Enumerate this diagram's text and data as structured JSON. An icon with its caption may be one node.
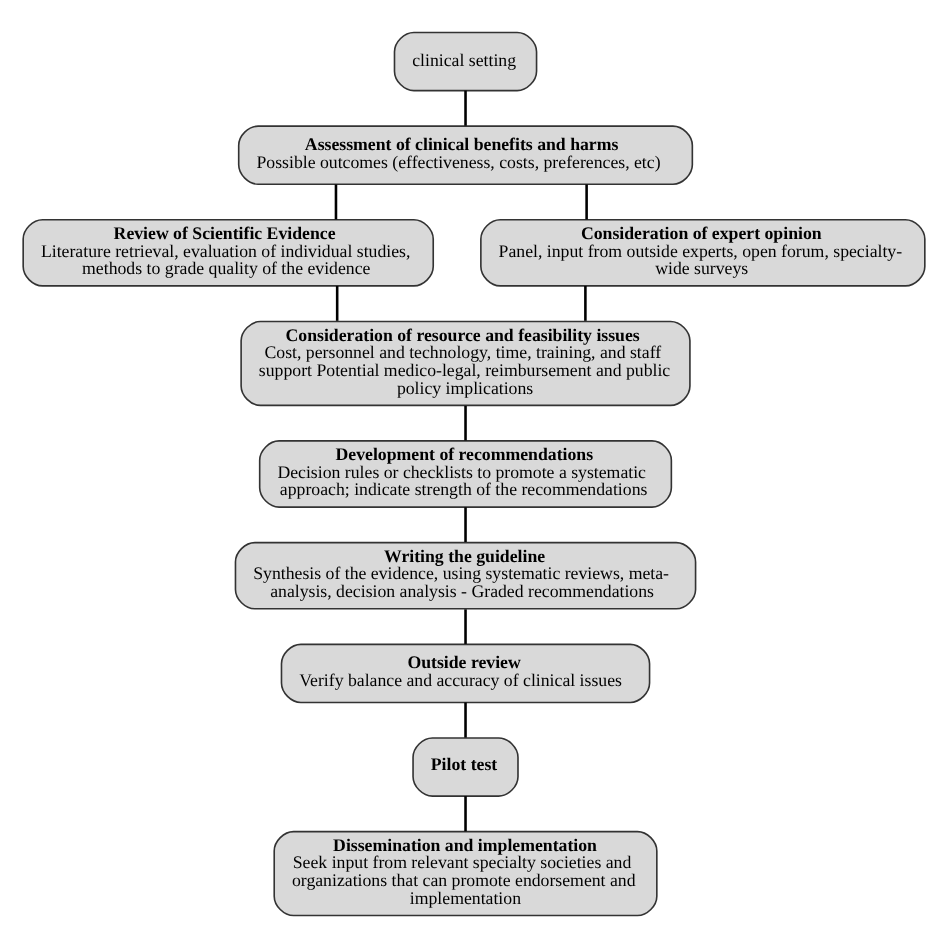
{
  "diagram": {
    "nodes": [
      {
        "text": [
          "clinical setting"
        ]
      },
      {
        "text": [
          "Assessment of clinical benefits and harms",
          "Possible outcomes (effectiveness, costs, preferences, etc)"
        ]
      },
      {
        "text": [
          "Review of Scientific Evidence",
          "Literature retrieval, evaluation of individual studies, methods to grade quality of the evidence"
        ]
      },
      {
        "text": [
          "Consideration of expert opinion",
          "Panel, input from outside experts, open forum, specialty-wide surveys"
        ]
      },
      {
        "text": [
          "Consideration of resource and feasibility issues",
          "Cost, personnel and technology, time, training, and staff support Potential medico-legal, reimbursement and public policy implications"
        ]
      },
      {
        "text": [
          "Development of recommendations",
          "Decision rules or checklists to promote a systematic approach; indicate strength of the recommendations"
        ]
      },
      {
        "text": [
          "Writing the guideline",
          "Synthesis of the evidence, using systematic reviews, meta-analysis, decision analysis - Graded recommendations"
        ]
      },
      {
        "text": [
          "Outside review",
          "Verify balance and accuracy of clinical issues"
        ]
      },
      {
        "text": [
          "Pilot test"
        ]
      },
      {
        "text": [
          "Dissemination and implementation",
          "Seek input from relevant specialty societies and organizations that can promote endorsement and implementation"
        ]
      }
    ],
    "edges": [
      {
        "from": 0,
        "to": 1,
        "arrow": "none"
      },
      {
        "from": 1,
        "to": 2,
        "arrow": "none"
      },
      {
        "from": 1,
        "to": 3,
        "arrow": "none"
      },
      {
        "from": 2,
        "to": 4,
        "arrow": "none"
      },
      {
        "from": 3,
        "to": 4,
        "arrow": "none"
      },
      {
        "from": 4,
        "to": 5,
        "arrow": "none"
      },
      {
        "from": 5,
        "to": 6,
        "arrow": "none"
      },
      {
        "from": 6,
        "to": 7,
        "arrow": "none"
      },
      {
        "from": 7,
        "to": 8,
        "arrow": "none"
      },
      {
        "from": 8,
        "to": 9,
        "arrow": "none"
      }
    ]
  }
}
